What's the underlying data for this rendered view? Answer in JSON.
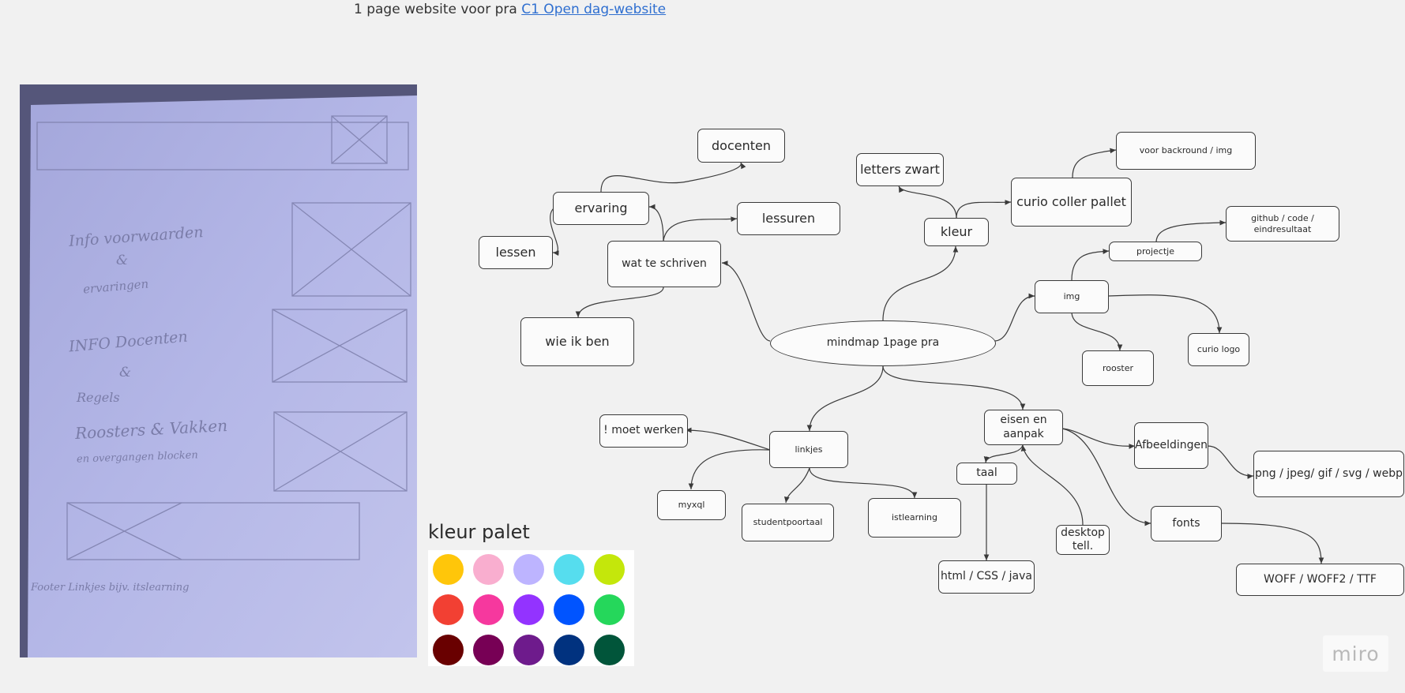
{
  "header": {
    "text": "1 page website voor pra",
    "link": "C1 Open dag-website"
  },
  "photo": {
    "rows": [
      "Info voorwaarden",
      "&",
      "ervaringen",
      "INFO Docenten",
      "&",
      "Regels",
      "Roosters & Vakken",
      "en overgangen blocken",
      "Footer  Linkjes bijv. itslearning"
    ]
  },
  "mindmap": {
    "center": "mindmap 1page pra",
    "nodes": {
      "docenten": "docenten",
      "ervaring": "ervaring",
      "lessen": "lessen",
      "wat_te_schriven": "wat te schriven",
      "lessuren": "lessuren",
      "wie_ik_ben": "wie ik ben",
      "letters_zwart": "letters zwart",
      "kleur": "kleur",
      "curio_coller_pallet": "curio coller pallet",
      "voor_backround": "voor backround / img",
      "github": "github / code / eindresultaat",
      "projectje": "projectje",
      "img": "img",
      "curio_logo": "curio logo",
      "rooster": "rooster",
      "moet_werken": "! moet werken",
      "linkjes": "linkjes",
      "myxql": "myxql",
      "studentpoortaal": "studentpoortaal",
      "istlearning": "istlearning",
      "eisen_en_aanpak": "eisen en aanpak",
      "taal": "taal",
      "html_css_java": "html / CSS / java",
      "desktop_tell": "desktop tell.",
      "afbeeldingen": "Afbeeldingen",
      "png_formats": "png / jpeg/ gif / svg / webp",
      "fonts": "fonts",
      "woff": "WOFF / WOFF2 / TTF"
    }
  },
  "palette": {
    "title": "kleur palet",
    "colors": [
      "#FFC60A",
      "#F9AECF",
      "#BDB4FF",
      "#56DDEE",
      "#C4E70B",
      "#F24033",
      "#F6389E",
      "#9333FF",
      "#0054FF",
      "#25D75B",
      "#690000",
      "#770055",
      "#6E1B8C",
      "#01327F",
      "#01553A"
    ]
  },
  "branding": {
    "logo": "miro"
  },
  "colors": {
    "canvas": "#f1f1f1",
    "link": "#2f6fd0",
    "node_border": "#3a3a3a"
  }
}
